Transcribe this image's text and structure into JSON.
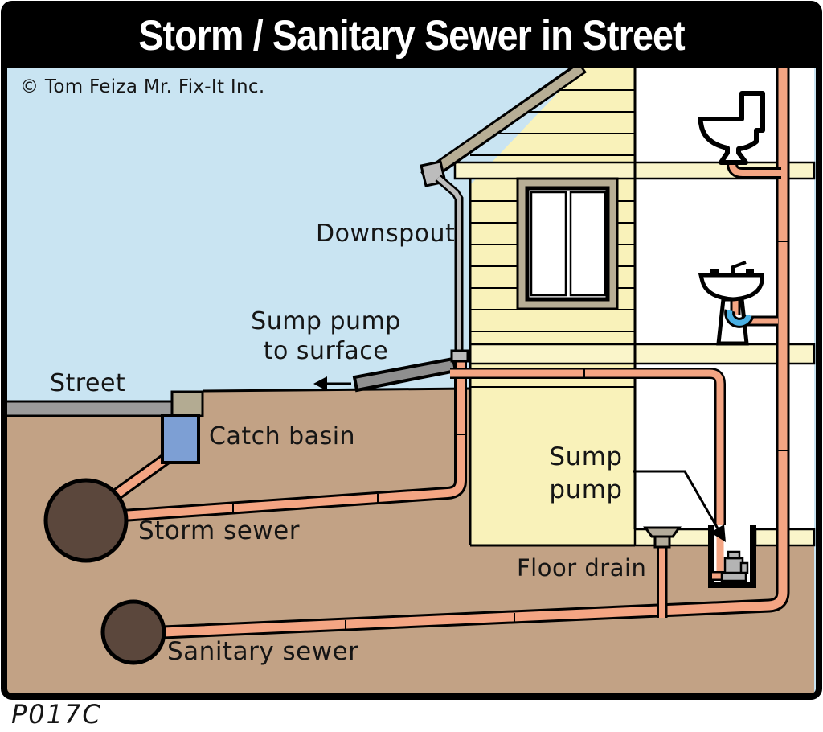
{
  "title": "Storm / Sanitary Sewer in Street",
  "copyright": "© Tom Feiza Mr. Fix-It Inc.",
  "code": "P017C",
  "labels": {
    "downspout": "Downspout",
    "sump_to_surface_line1": "Sump pump",
    "sump_to_surface_line2": "to surface",
    "street": "Street",
    "catch_basin": "Catch basin",
    "storm_sewer": "Storm sewer",
    "sump_pump_line1": "Sump",
    "sump_pump_line2": "pump",
    "floor_drain": "Floor drain",
    "sanitary_sewer": "Sanitary sewer"
  },
  "colors": {
    "sky": "#c9e4f2",
    "ground": "#c2a285",
    "street": "#9b9b9b",
    "curb": "#b3ab92",
    "basin": "#7d9fd4",
    "sewer": "#5b473c",
    "pipe": "#f4a583",
    "outline": "#000000",
    "siding": "#f9f2ba",
    "band": "#faf5ca",
    "trim": "#b7ae95",
    "downspout": "#bcbcbc",
    "discharge": "#8f8f8f",
    "trap": "#4ab0e4",
    "pump": "#b4b4b4",
    "interior": "#ffffff",
    "drainfix": "#b3ab9a",
    "frame": "#000000",
    "title_text": "#ffffff",
    "label_text": "#151515",
    "page": "#ffffff"
  }
}
